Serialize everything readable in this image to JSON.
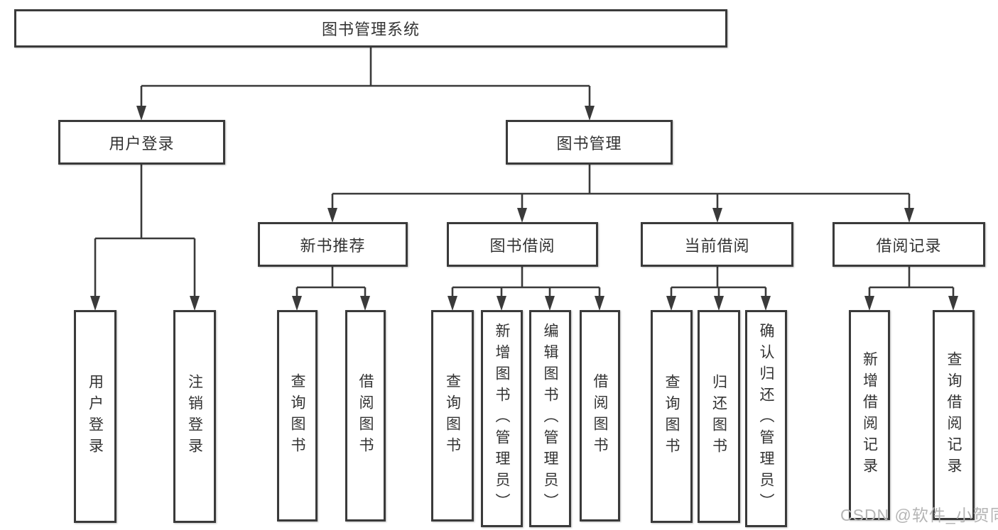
{
  "diagram": {
    "root": {
      "label": "图书管理系统"
    },
    "branches": [
      {
        "label": "用户登录",
        "children": [
          {
            "label": "用户登录"
          },
          {
            "label": "注销登录"
          }
        ]
      },
      {
        "label": "图书管理",
        "children": [
          {
            "label": "新书推荐",
            "children": [
              {
                "label": "查询图书"
              },
              {
                "label": "借阅图书"
              }
            ]
          },
          {
            "label": "图书借阅",
            "children": [
              {
                "label": "查询图书"
              },
              {
                "label": "新增图书（管理员）"
              },
              {
                "label": "编辑图书（管理员）"
              },
              {
                "label": "借阅图书"
              }
            ]
          },
          {
            "label": "当前借阅",
            "children": [
              {
                "label": "查询图书"
              },
              {
                "label": "归还图书"
              },
              {
                "label": "确认归还（管理员）"
              }
            ]
          },
          {
            "label": "借阅记录",
            "children": [
              {
                "label": "新增借阅记录"
              },
              {
                "label": "查询借阅记录"
              }
            ]
          }
        ]
      }
    ]
  },
  "watermark": {
    "text": "CSDN @软件_小贺同学"
  },
  "colors": {
    "line": "#3a3a3a",
    "box_border": "#3a3a3a",
    "box_fill": "#ffffff",
    "text": "#333333",
    "watermark": "#b5b5b5"
  }
}
